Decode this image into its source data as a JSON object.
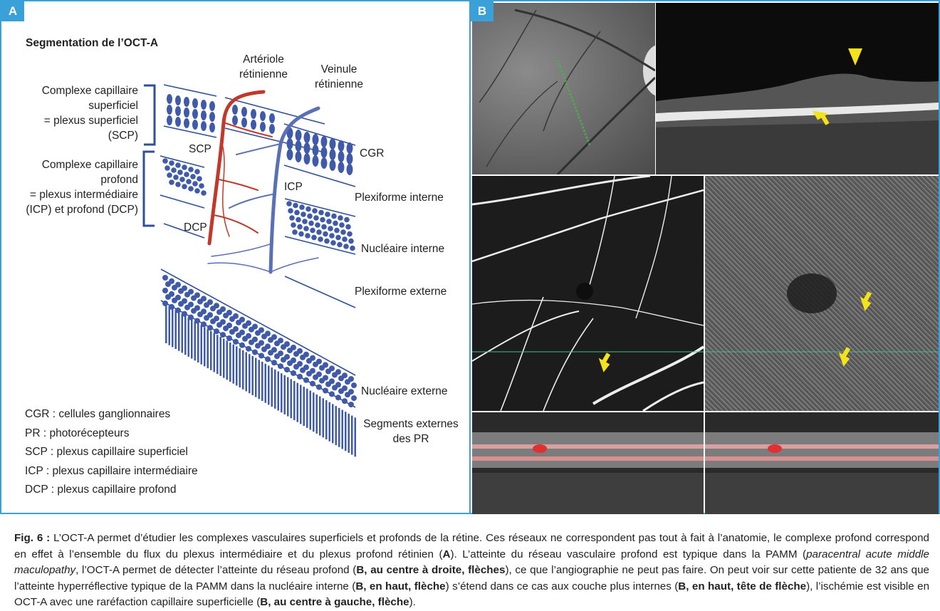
{
  "panel_a": {
    "tag": "A",
    "title": "Segmentation de l’OCT-A",
    "label_complexe_sup": [
      "Complexe capillaire",
      "superficiel",
      "= plexus superficiel",
      "(SCP)"
    ],
    "label_complexe_prof": [
      "Complexe capillaire",
      "profond",
      "= plexus intermédiaire",
      "(ICP) et profond (DCP)"
    ],
    "label_arteriole": [
      "Artériole",
      "rétinienne"
    ],
    "label_veinule": [
      "Veinule",
      "rétinienne"
    ],
    "label_scp": "SCP",
    "label_icp": "ICP",
    "label_dcp": "DCP",
    "label_cgr": "CGR",
    "label_plexiforme_interne": "Plexiforme interne",
    "label_nucleaire_interne": "Nucléaire interne",
    "label_plexiforme_externe": "Plexiforme externe",
    "label_nucleaire_externe": "Nucléaire externe",
    "label_segments_externes": [
      "Segments externes",
      "des PR"
    ],
    "legend": [
      "CGR : cellules ganglionnaires",
      "PR : photorécepteurs",
      "SCP : plexus capillaire superficiel",
      "ICP : plexus capillaire intermédiaire",
      "DCP : plexus capillaire profond"
    ],
    "colors": {
      "accent": "#3aa1d8",
      "cells": "#3f5aa8",
      "artery": "#c0392b",
      "vein": "#5b6fb5",
      "line": "#2f4f9a"
    }
  },
  "panel_b": {
    "tag": "B",
    "colors": {
      "arrow": "#f4e21a",
      "bg_dark": "#111111"
    }
  },
  "caption": {
    "fig_label": "Fig. 6 :",
    "segments": [
      {
        "t": " L’OCT-A permet d’étudier les complexes vasculaires superficiels et profonds de la rétine. Ces réseaux ne correspondent pas tout à fait à l’anatomie, le complexe profond correspond en effet à l’ensemble du flux du plexus intermédiaire et du plexus profond rétinien (",
        "s": ""
      },
      {
        "t": "A",
        "s": "b"
      },
      {
        "t": "). L’atteinte du réseau vasculaire profond est typique dans la PAMM (",
        "s": ""
      },
      {
        "t": "paracentral acute middle maculopathy",
        "s": "i"
      },
      {
        "t": ", l’OCT-A permet de détecter l’atteinte du réseau profond (",
        "s": ""
      },
      {
        "t": "B, au centre à droite, flèches",
        "s": "b"
      },
      {
        "t": "), ce que l’angiographie ne peut pas faire. On peut voir sur cette patiente de 32 ans que l’atteinte hyperréflective typique de la PAMM dans la nucléaire interne (",
        "s": ""
      },
      {
        "t": "B, en haut, flèche",
        "s": "b"
      },
      {
        "t": ") s’étend dans ce cas aux couche plus internes (",
        "s": ""
      },
      {
        "t": "B, en haut, tête de flèche",
        "s": "b"
      },
      {
        "t": "), l’ischémie est visible en OCT-A avec une raréfaction capillaire superficielle (",
        "s": ""
      },
      {
        "t": "B, au centre à gauche, flèche",
        "s": "b"
      },
      {
        "t": ").",
        "s": ""
      }
    ]
  }
}
